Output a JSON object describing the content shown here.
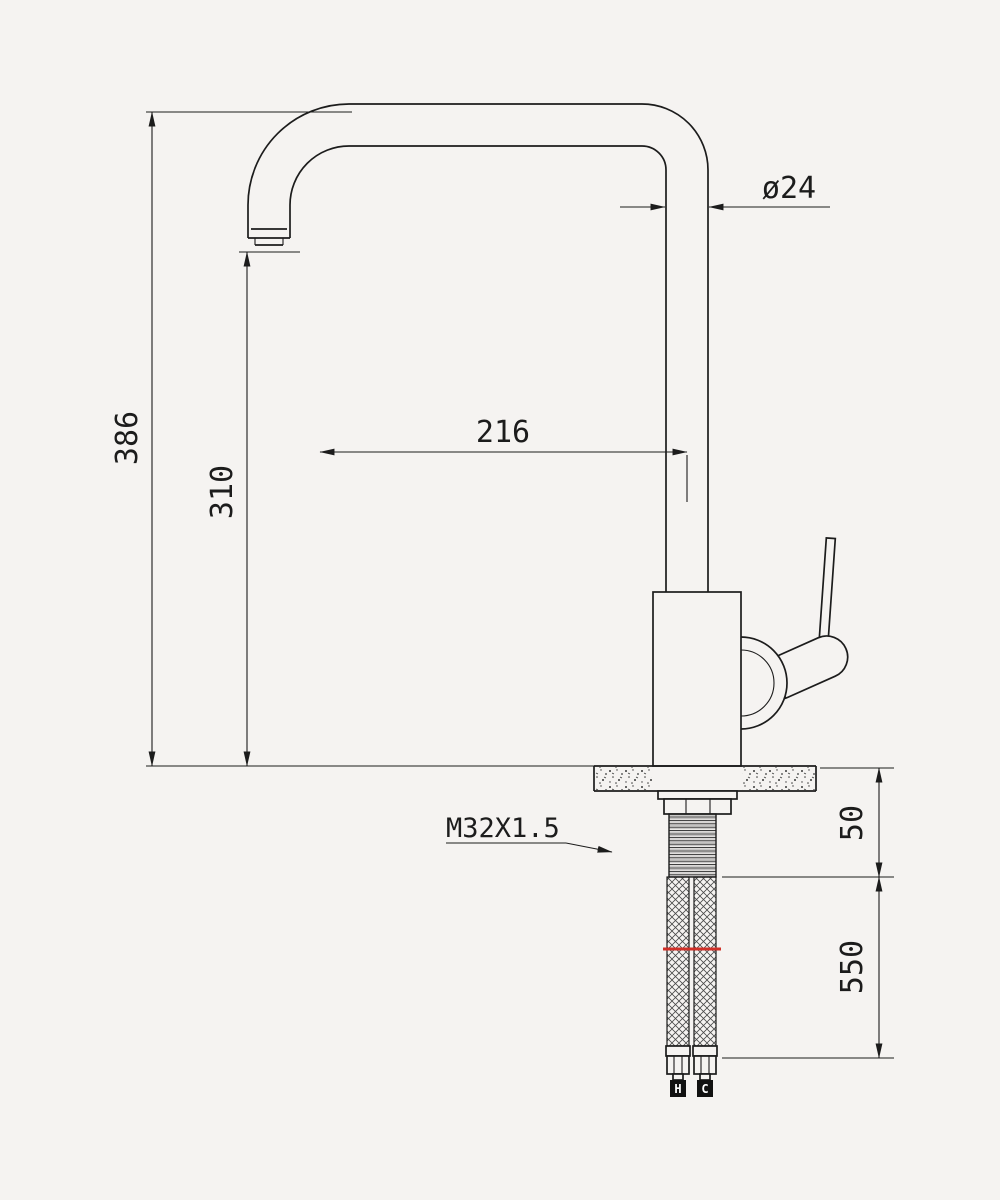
{
  "drawing": {
    "type": "technical-dimension-drawing",
    "subject": "single-lever kitchen sink mixer tap, side elevation",
    "colors": {
      "background": "#f5f3f1",
      "line": "#1c1c1c",
      "accent_red": "#d03028",
      "tag_box": "#111111",
      "tag_text": "#ffffff"
    },
    "labels": {
      "overall_height": "386",
      "spout_tip_height": "310",
      "spout_reach": "216",
      "riser_diameter": "ø24",
      "mounting_thread": "M32X1.5",
      "shank_depth": "50",
      "hose_length": "550",
      "hot_tag": "H",
      "cold_tag": "C"
    }
  }
}
